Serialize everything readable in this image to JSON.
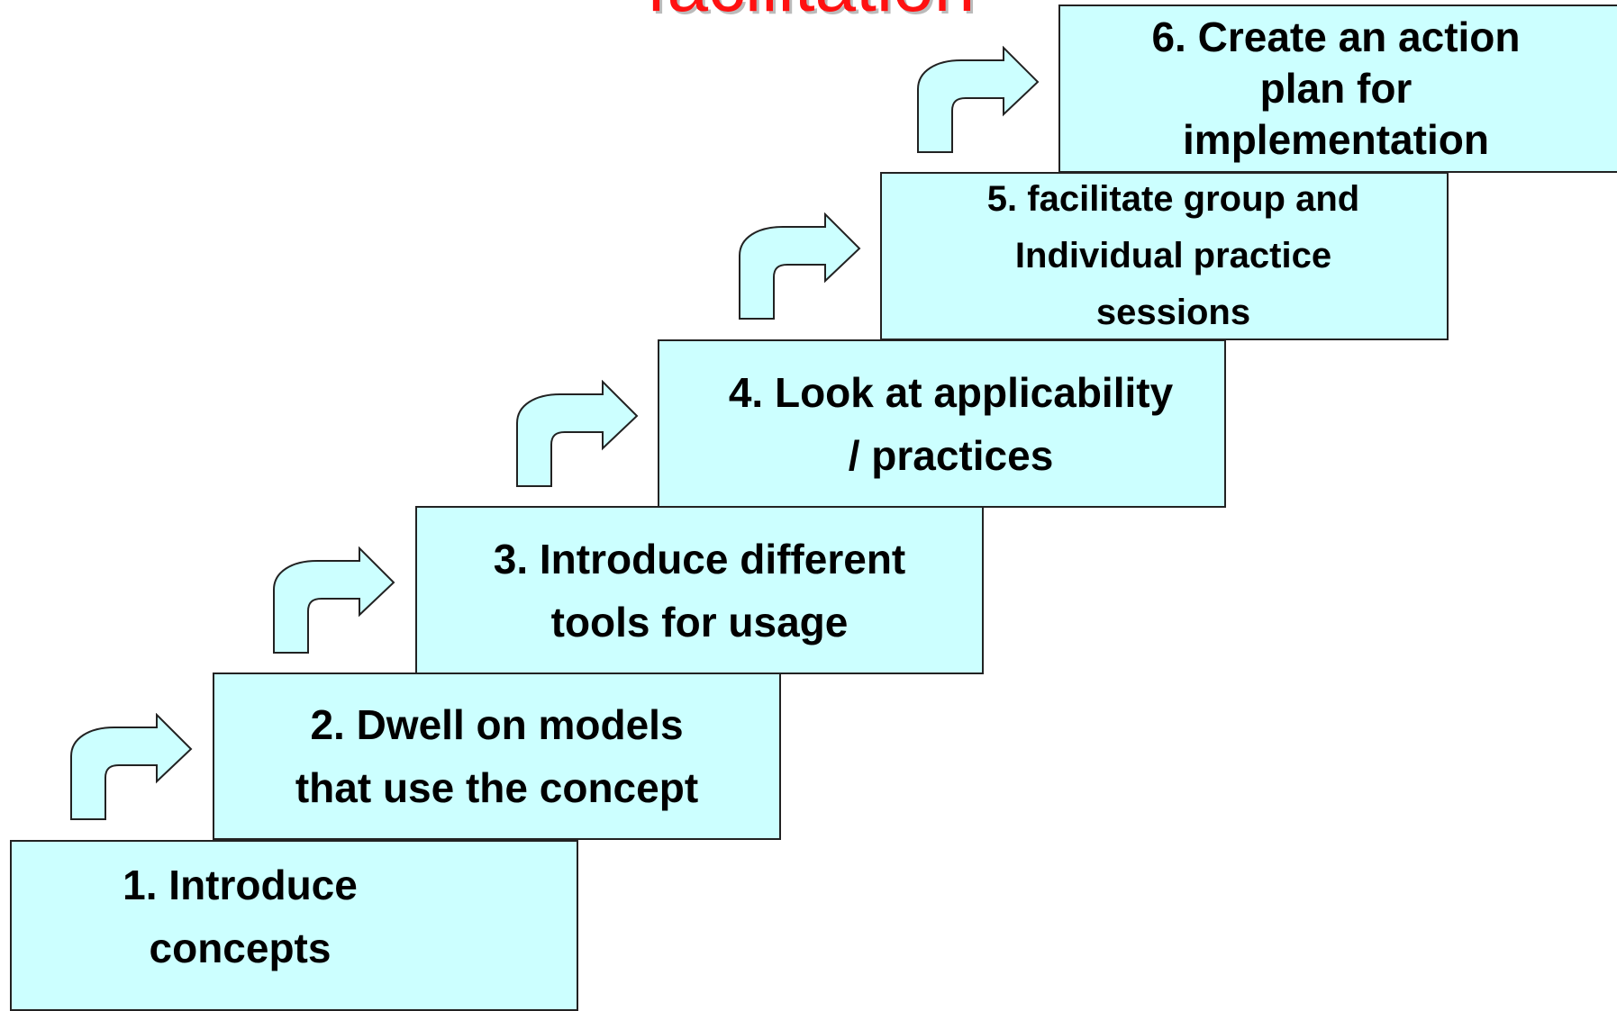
{
  "title": "facilitation",
  "steps": [
    {
      "label": "1. Introduce\nconcepts"
    },
    {
      "label": "2. Dwell on models\nthat use the concept"
    },
    {
      "label": "3. Introduce different\ntools for usage"
    },
    {
      "label": "4. Look at applicability\n/ practices"
    },
    {
      "label": "5. facilitate group and\nIndividual practice\nsessions"
    },
    {
      "label": "6. Create an action\nplan for\nimplementation"
    }
  ],
  "colors": {
    "box_fill": "#ccffff",
    "box_border": "#222222",
    "title": "#ff1111",
    "arrow_fill": "#ccffff"
  },
  "icons": [
    "bent-up-right-arrow-icon"
  ]
}
